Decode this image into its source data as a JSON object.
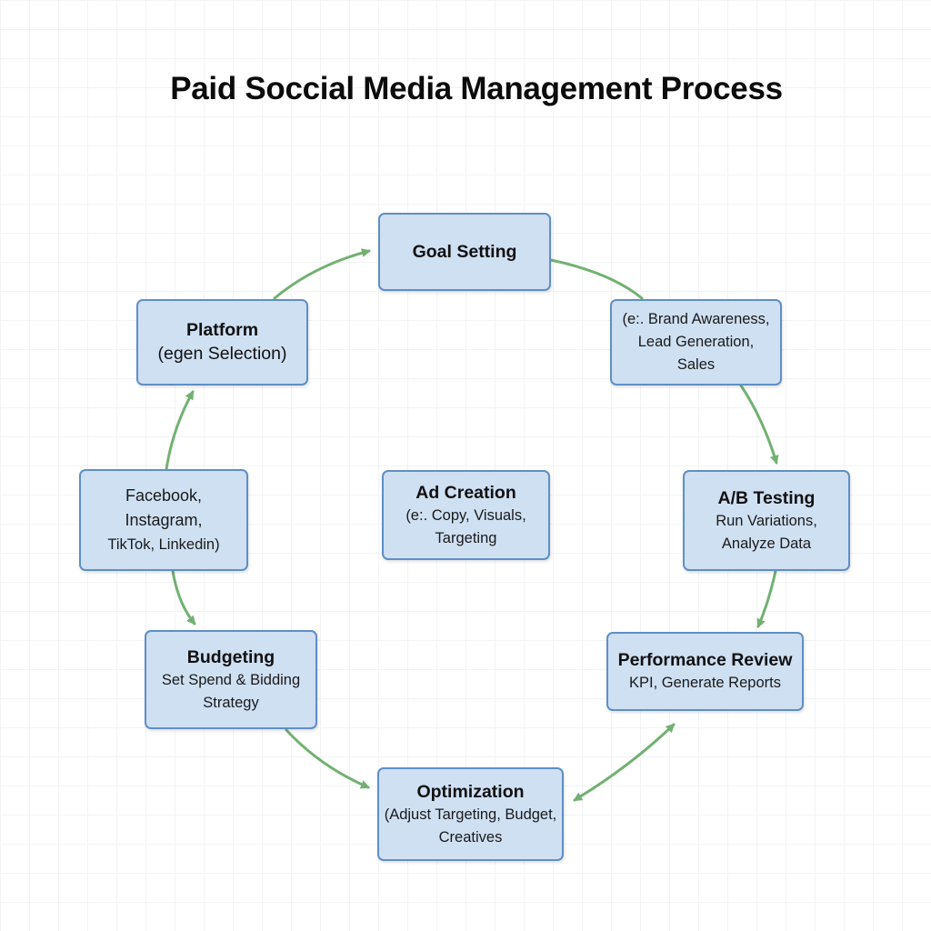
{
  "title": "Paid Soccial Media Management Process",
  "nodes": {
    "goal_setting": {
      "title": "Goal Setting"
    },
    "goal_examples": {
      "lines": [
        "(e:. Brand Awareness,",
        "Lead Generation,",
        "Sales"
      ]
    },
    "platform": {
      "title": "Platform",
      "subtitle": "(egen Selection)"
    },
    "platform_examples": {
      "lines": [
        "Facebook,",
        "Instagram,",
        "TikTok, Linkedin)"
      ]
    },
    "ad_creation": {
      "title": "Ad Creation",
      "lines": [
        "(e:. Copy, Visuals,",
        "Targeting"
      ]
    },
    "ab_testing": {
      "title": "A/B Testing",
      "lines": [
        "Run Variations,",
        "Analyze Data"
      ]
    },
    "budgeting": {
      "title": "Budgeting",
      "lines": [
        "Set Spend & Bidding",
        "Strategy"
      ]
    },
    "performance_review": {
      "title": "Performance Review",
      "lines": [
        "KPI, Generate Reports"
      ]
    },
    "optimization": {
      "title": "Optimization",
      "lines": [
        "(Adjust Targeting, Budget,",
        "Creatives"
      ]
    }
  },
  "colors": {
    "node_fill": "#cfe0f3",
    "node_border": "#5f8fc7",
    "arrow": "#72b172"
  }
}
